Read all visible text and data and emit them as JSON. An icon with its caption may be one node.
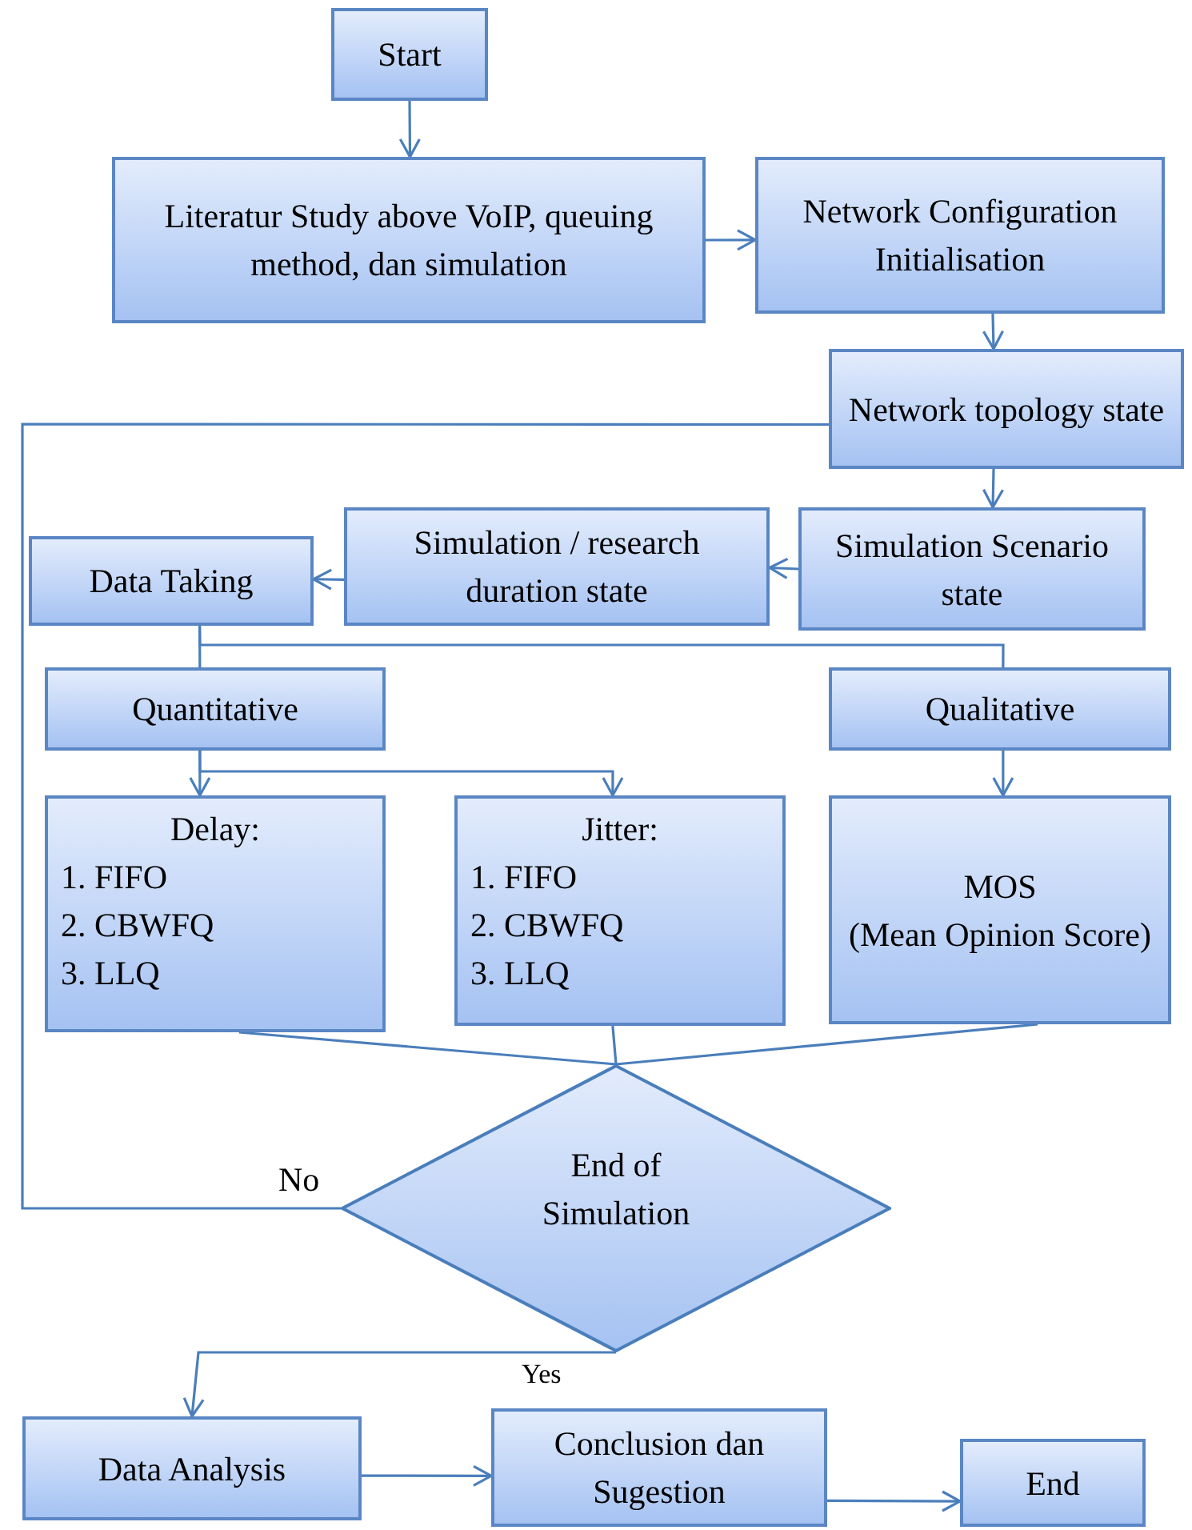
{
  "diagram": {
    "nodes": [
      {
        "text": [
          "Start"
        ]
      },
      {
        "text": [
          "Literatur Study above VoIP, queuing method, dan simulation"
        ]
      },
      {
        "text": [
          "Network Configuration Initialisation"
        ]
      },
      {
        "text": [
          "Network topology state"
        ]
      },
      {
        "text": [
          "Simulation Scenario state"
        ]
      },
      {
        "text": [
          "Simulation / research duration state"
        ]
      },
      {
        "text": [
          "Data Taking"
        ]
      },
      {
        "text": [
          "Quantitative"
        ]
      },
      {
        "text": [
          "Qualitative"
        ]
      },
      {
        "text": [
          "Delay:",
          "1. FIFO",
          "2. CBWFQ",
          "3. LLQ"
        ]
      },
      {
        "text": [
          "Jitter:",
          "1. FIFO",
          "2. CBWFQ",
          "3. LLQ"
        ]
      },
      {
        "text": [
          "MOS",
          "(Mean Opinion Score)"
        ]
      },
      {
        "text": [
          "End of Simulation"
        ]
      },
      {
        "text": [
          "Data Analysis"
        ]
      },
      {
        "text": [
          "Conclusion dan Sugestion"
        ]
      },
      {
        "text": [
          "End"
        ]
      }
    ],
    "edges": [
      {
        "from": 0,
        "to": 1,
        "arrow": "to"
      },
      {
        "from": 1,
        "to": 2,
        "arrow": "to"
      },
      {
        "from": 2,
        "to": 3,
        "arrow": "to"
      },
      {
        "from": 3,
        "to": 4,
        "arrow": "to"
      },
      {
        "from": 4,
        "to": 5,
        "arrow": "to"
      },
      {
        "from": 5,
        "to": 6,
        "arrow": "to"
      },
      {
        "from": 6,
        "to": 7,
        "arrow": "none"
      },
      {
        "from": 6,
        "to": 8,
        "arrow": "none"
      },
      {
        "from": 7,
        "to": 9,
        "arrow": "to"
      },
      {
        "from": 7,
        "to": 10,
        "arrow": "to"
      },
      {
        "from": 8,
        "to": 11,
        "arrow": "to"
      },
      {
        "from": 9,
        "to": 12,
        "arrow": "none"
      },
      {
        "from": 10,
        "to": 12,
        "arrow": "none"
      },
      {
        "from": 11,
        "to": 12,
        "arrow": "none"
      },
      {
        "from": 12,
        "to": 3,
        "arrow": "none",
        "label": "No"
      },
      {
        "from": 12,
        "to": 13,
        "arrow": "to",
        "label": "Yes"
      },
      {
        "from": 13,
        "to": 14,
        "arrow": "to"
      },
      {
        "from": 14,
        "to": 15,
        "arrow": "to"
      }
    ]
  }
}
